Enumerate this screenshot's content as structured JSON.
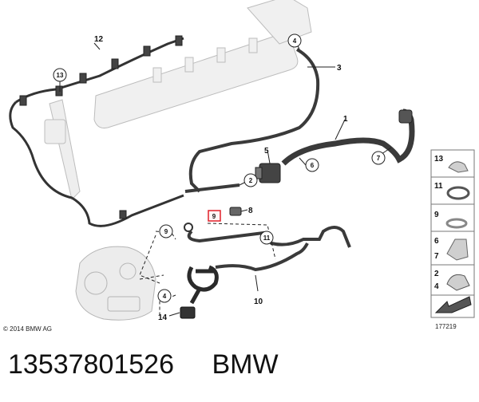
{
  "diagram": {
    "callouts": [
      "1",
      "2",
      "3",
      "4",
      "5",
      "6",
      "7",
      "8",
      "9",
      "10",
      "11",
      "12",
      "13",
      "14",
      "4",
      "13",
      "9",
      "11",
      "2"
    ],
    "copyright": "© 2014 BMW AG",
    "legend": {
      "items": [
        {
          "labels": [
            "13"
          ]
        },
        {
          "labels": [
            "11"
          ]
        },
        {
          "labels": [
            "9"
          ]
        },
        {
          "labels": [
            "6",
            "7"
          ]
        },
        {
          "labels": [
            "2",
            "4"
          ]
        },
        {
          "labels": []
        }
      ],
      "image_number": "177219"
    },
    "highlight_color": "#e0202a"
  },
  "footer": {
    "part_number": "13537801526",
    "brand": "BMW"
  }
}
